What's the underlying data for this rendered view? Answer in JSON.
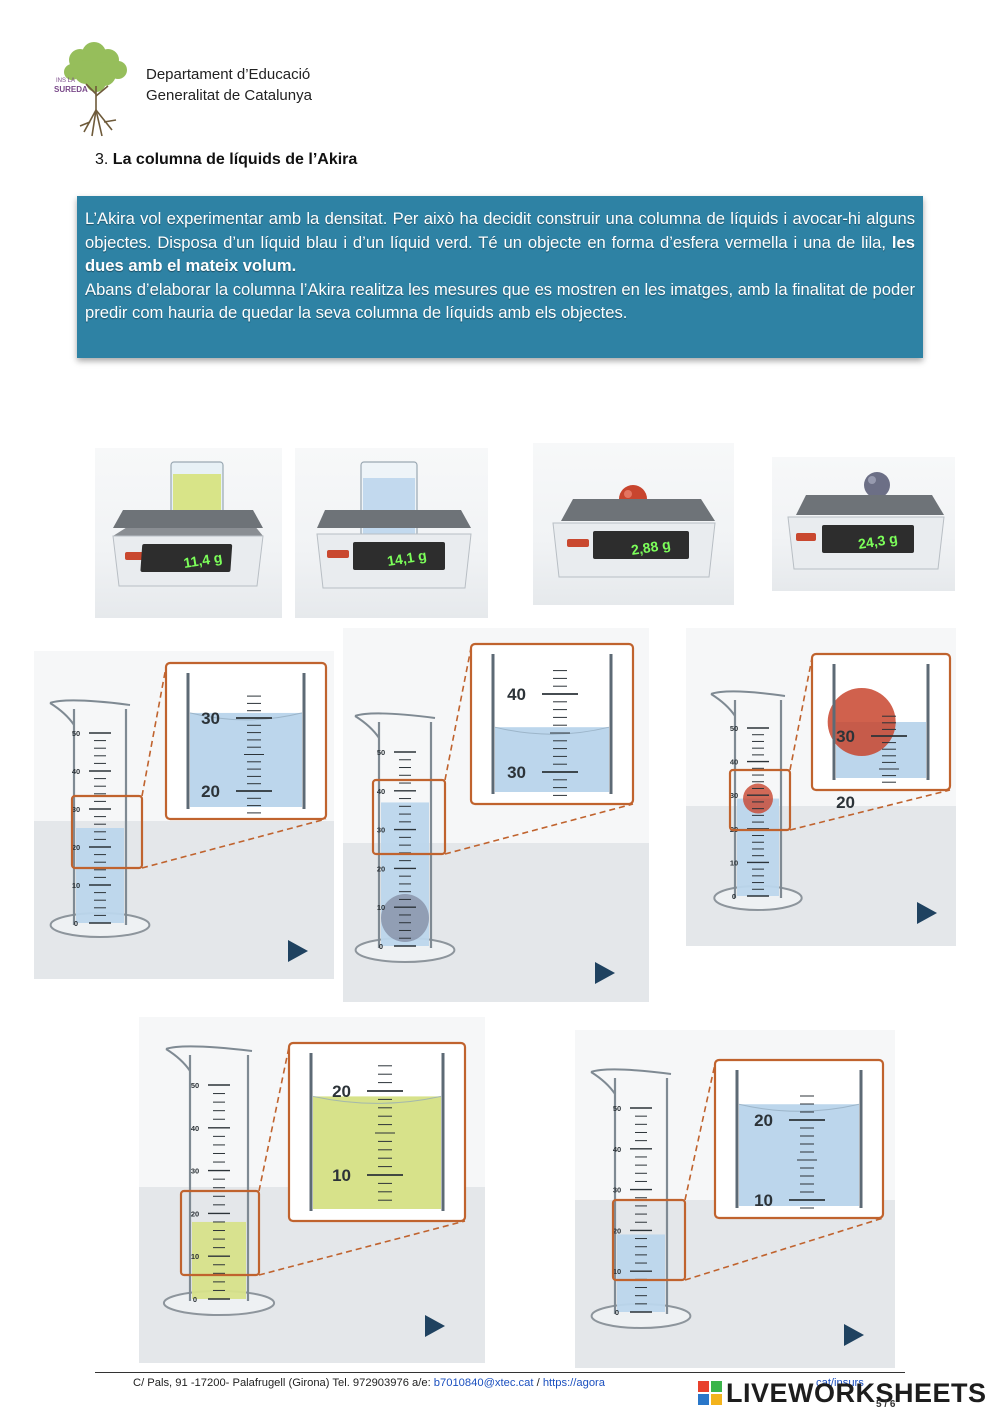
{
  "header": {
    "logo_text_top": "INS LA",
    "logo_text_bottom": "SUREDA",
    "org_line1": "Departament d’Educació",
    "org_line2": "Generalitat de Catalunya"
  },
  "section": {
    "number": "3.",
    "title": "La columna de líquids de l’Akira"
  },
  "intro": {
    "p1_text": "L’Akira vol experimentar amb la densitat. Per això ha decidit construir una columna de líquids i avocar-hi alguns objectes. Disposa d’un líquid blau i d’un líquid verd. Té un objecte en forma d’esfera vermella i una de lila, ",
    "p1_bold": "les dues amb el mateix volum.",
    "p2_text": "Abans d’elaborar la columna l’Akira realitza les mesures que es mostren en les imatges, amb la finalitat de poder predir com hauria de quedar la seva columna de líquids amb els objectes."
  },
  "scales": [
    {
      "object": "green-liquid-beaker",
      "reading": "11,4 g"
    },
    {
      "object": "blue-liquid-beaker",
      "reading": "14,1 g"
    },
    {
      "object": "red-sphere",
      "reading": "2,88 g"
    },
    {
      "object": "purple-sphere",
      "reading": "24,3 g"
    }
  ],
  "cylinder_ticks": [
    "50",
    "40",
    "30",
    "20",
    "10",
    "0"
  ],
  "cylinders": [
    {
      "liquid": "blue",
      "level_ml": 25,
      "sphere": "none",
      "zoom_ticks": [
        "30",
        "20"
      ]
    },
    {
      "liquid": "blue",
      "level_ml": 37,
      "sphere": "purple",
      "zoom_ticks": [
        "40",
        "30"
      ]
    },
    {
      "liquid": "blue",
      "level_ml": 29,
      "sphere": "red",
      "zoom_ticks": [
        "30",
        "20"
      ]
    },
    {
      "liquid": "green",
      "level_ml": 18,
      "sphere": "none",
      "zoom_ticks": [
        "20",
        "10"
      ]
    },
    {
      "liquid": "blue",
      "level_ml": 19,
      "sphere": "none",
      "zoom_ticks": [
        "20",
        "10"
      ]
    }
  ],
  "colors": {
    "intro_bg": "#2e82a4",
    "frame_orange": "#c0632e",
    "blue_liquid": "#bcd6ec",
    "green_liquid": "#d7e28a",
    "red_sphere": "#c8452e",
    "purple_sphere": "#6c6f86",
    "scale_display": "#2d2d2d",
    "scale_digits": "#7cff5a",
    "play_icon": "#1f4260"
  },
  "footer": {
    "address": "C/ Pals, 91 -17200- Palafrugell (Girona) Tel. 972903976 a/e: ",
    "email": "b7010840@xtec.cat",
    "sep": " / ",
    "url": "https://agora",
    "url_tail": "cat/insurs",
    "brand_lw": "LIVEWORKSHEETS",
    "page": "5 / 6"
  }
}
